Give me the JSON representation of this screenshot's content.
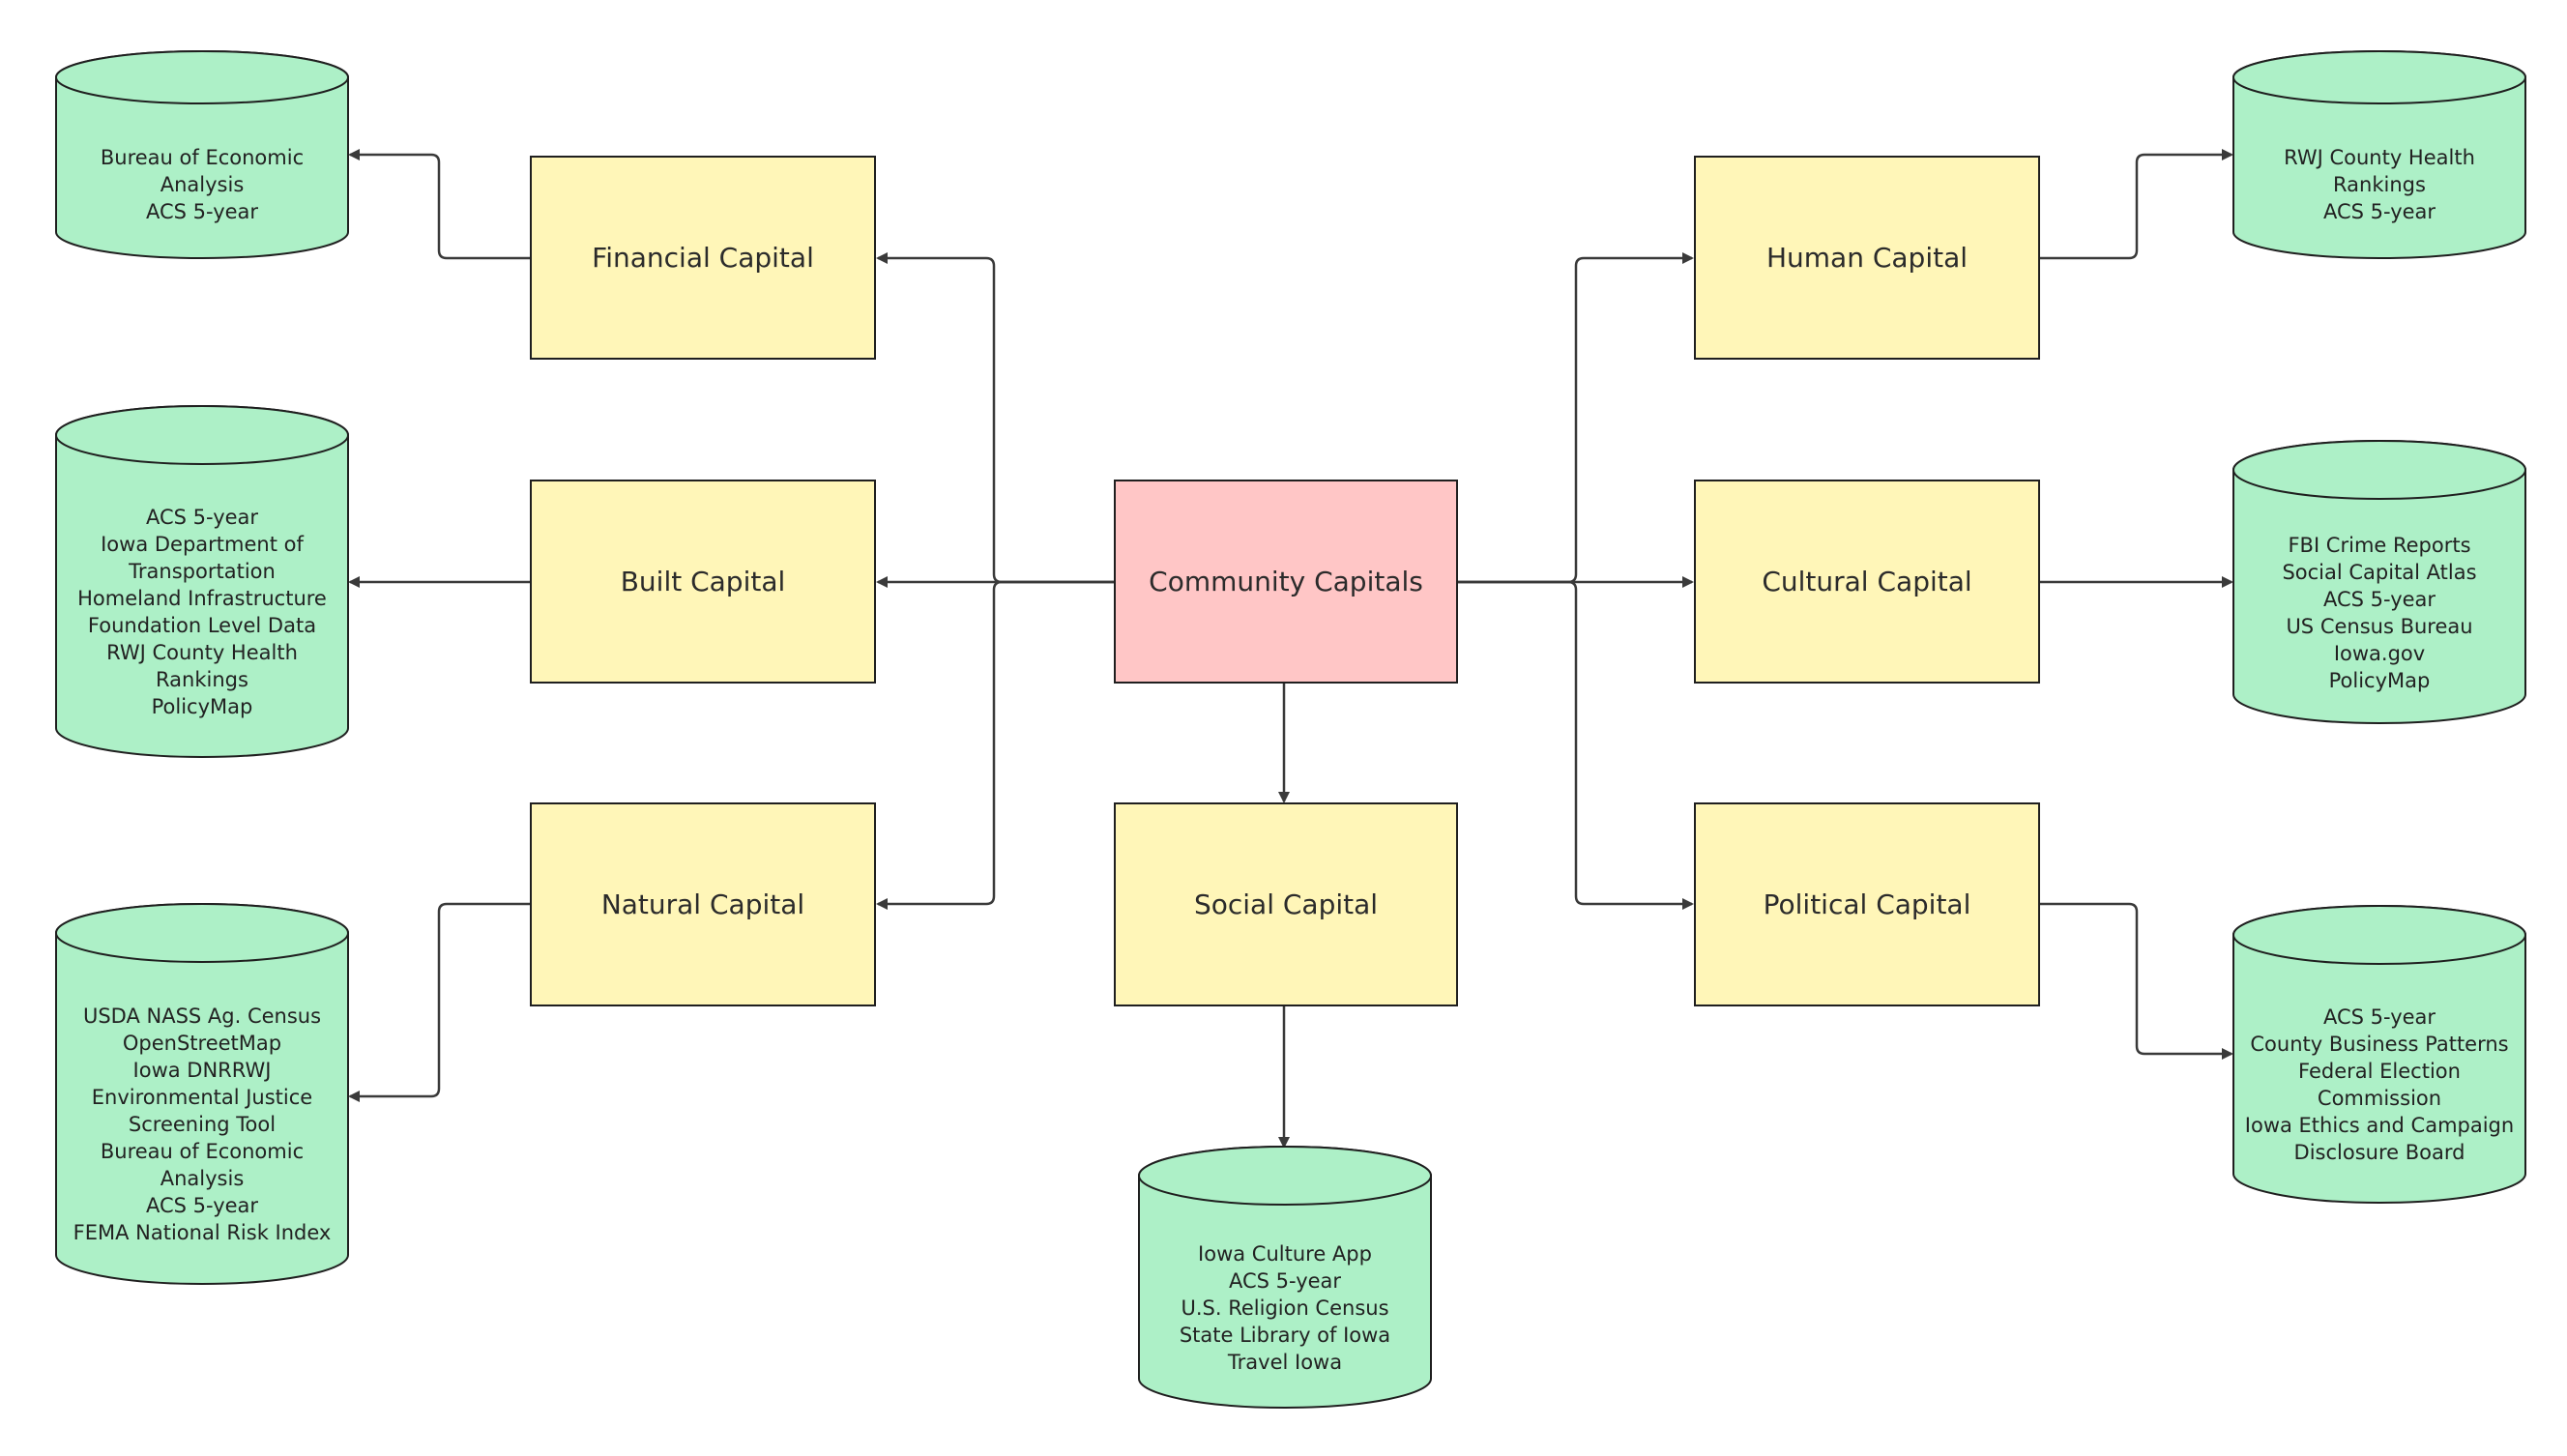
{
  "center": {
    "label": "Community Capitals"
  },
  "capitals": {
    "financial": "Financial Capital",
    "built": "Built Capital",
    "natural": "Natural Capital",
    "social": "Social Capital",
    "human": "Human Capital",
    "cultural": "Cultural Capital",
    "political": "Political Capital"
  },
  "sources": {
    "financial": [
      "Bureau of Economic",
      "Analysis",
      "ACS 5-year"
    ],
    "built": [
      "ACS 5-year",
      "Iowa Department of",
      "Transportation",
      "Homeland Infrastructure",
      "Foundation Level Data",
      "RWJ County Health",
      "Rankings",
      "PolicyMap"
    ],
    "natural": [
      "USDA NASS Ag. Census",
      "OpenStreetMap",
      "Iowa DNRRWJ",
      "Environmental Justice",
      "Screening Tool",
      "Bureau of Economic",
      "Analysis",
      "ACS 5-year",
      "FEMA National Risk Index"
    ],
    "social": [
      "Iowa Culture App",
      "ACS 5-year",
      "U.S. Religion Census",
      "State Library of Iowa",
      "Travel Iowa"
    ],
    "human": [
      "RWJ County Health",
      "Rankings",
      "ACS 5-year"
    ],
    "cultural": [
      "FBI Crime Reports",
      "Social Capital Atlas",
      "ACS 5-year",
      "US Census Bureau",
      "Iowa.gov",
      "PolicyMap"
    ],
    "political": [
      "ACS 5-year",
      "County Business Patterns",
      "Federal Election",
      "Commission",
      "Iowa Ethics and Campaign",
      "Disclosure Board"
    ]
  },
  "colors": {
    "capital_fill": "#fff6b8",
    "center_fill": "#ffc6c6",
    "source_fill": "#adf0c7",
    "stroke": "#1f1f1f",
    "connector": "#3a3a3a"
  }
}
